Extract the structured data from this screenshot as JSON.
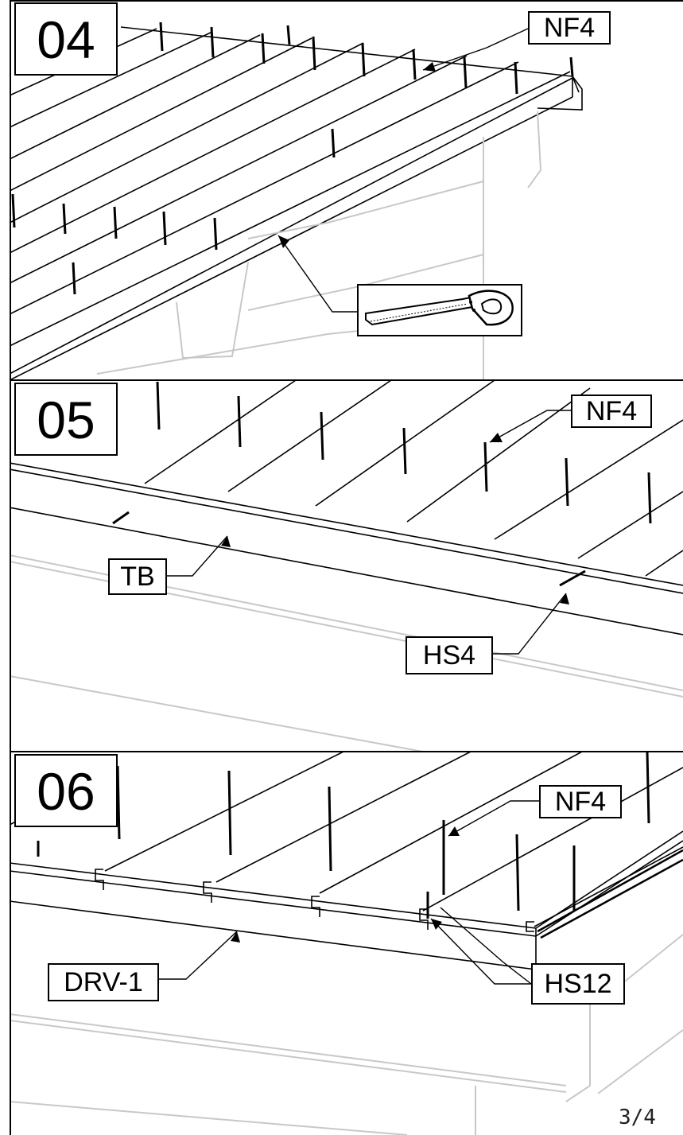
{
  "steps": [
    {
      "number": "04",
      "labels": {
        "nails": "NF4"
      },
      "tool_icon": "hand-saw-icon"
    },
    {
      "number": "05",
      "labels": {
        "nails": "NF4",
        "board": "TB",
        "screw": "HS4"
      }
    },
    {
      "number": "06",
      "labels": {
        "nails": "NF4",
        "board": "DRV-1",
        "screw": "HS12"
      }
    }
  ],
  "page_number": "3/4"
}
